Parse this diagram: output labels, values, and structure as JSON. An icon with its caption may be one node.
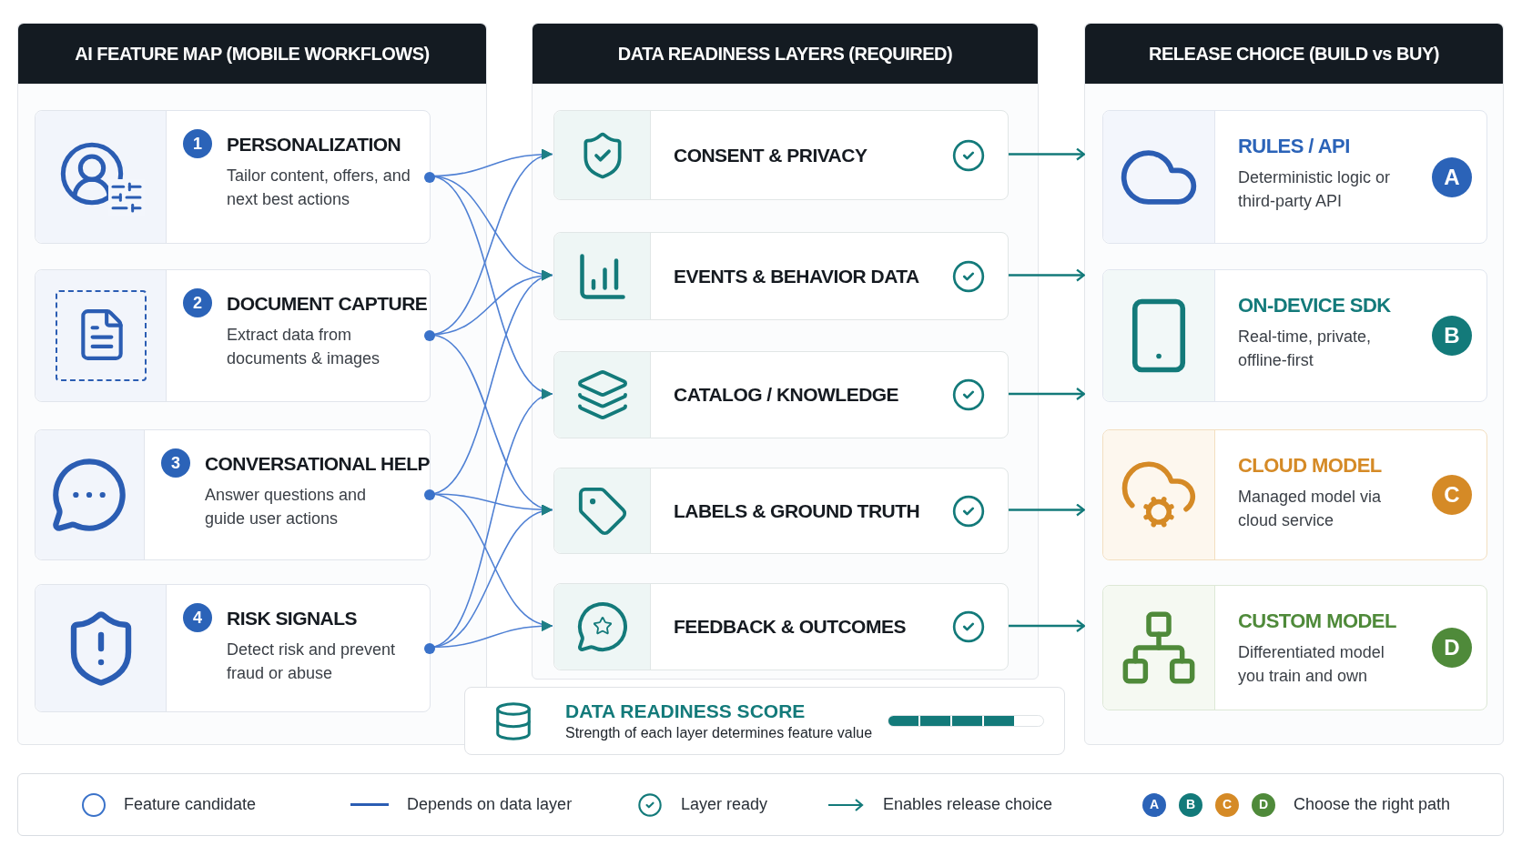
{
  "diagram": {
    "nodes": [
      {
        "text": [
          "AI FEATURE MAP (MOBILE WORKFLOWS)"
        ]
      },
      {
        "text": [
          "1",
          "PERSONALIZATION",
          "Tailor content, offers, and next best actions"
        ],
        "in": 0
      },
      {
        "text": [
          "2",
          "DOCUMENT CAPTURE",
          "Extract data from documents & images"
        ],
        "in": 0
      },
      {
        "text": [
          "3",
          "CONVERSATIONAL HELP",
          "Answer questions and guide user actions"
        ],
        "in": 0
      },
      {
        "text": [
          "4",
          "RISK SIGNALS",
          "Detect risk and prevent fraud or abuse"
        ],
        "in": 0
      },
      {
        "text": [
          "DATA READINESS LAYERS (REQUIRED)"
        ]
      },
      {
        "text": [
          "CONSENT & PRIVACY"
        ],
        "in": 5
      },
      {
        "text": [
          "EVENTS & BEHAVIOR DATA"
        ],
        "in": 5
      },
      {
        "text": [
          "CATALOG / KNOWLEDGE"
        ],
        "in": 5
      },
      {
        "text": [
          "LABELS & GROUND TRUTH"
        ],
        "in": 5
      },
      {
        "text": [
          "FEEDBACK & OUTCOMES"
        ],
        "in": 5
      },
      {
        "text": [
          "DATA READINESS SCORE",
          "Strength of each layer determines feature value"
        ]
      },
      {
        "text": [
          "RELEASE CHOICE (BUILD vs BUY)"
        ]
      },
      {
        "text": [
          "RULES / API",
          "Deterministic logic or third-party API",
          "A"
        ],
        "in": 12
      },
      {
        "text": [
          "ON-DEVICE SDK",
          "Real-time, private, offline-first",
          "B"
        ],
        "in": 12
      },
      {
        "text": [
          "CLOUD MODEL",
          "Managed model via cloud service",
          "C"
        ],
        "in": 12
      },
      {
        "text": [
          "CUSTOM MODEL",
          "Differentiated model you train and own",
          "D"
        ],
        "in": 12
      }
    ],
    "edges": [
      {
        "from": 1,
        "to": 6,
        "arrow": "to"
      },
      {
        "from": 1,
        "to": 7,
        "arrow": "to"
      },
      {
        "from": 1,
        "to": 8,
        "arrow": "to"
      },
      {
        "from": 2,
        "to": 6,
        "arrow": "to"
      },
      {
        "from": 2,
        "to": 7,
        "arrow": "to"
      },
      {
        "from": 2,
        "to": 9,
        "arrow": "to"
      },
      {
        "from": 3,
        "to": 7,
        "arrow": "to"
      },
      {
        "from": 3,
        "to": 9,
        "arrow": "to"
      },
      {
        "from": 3,
        "to": 10,
        "arrow": "to"
      },
      {
        "from": 4,
        "to": 8,
        "arrow": "to"
      },
      {
        "from": 4,
        "to": 9,
        "arrow": "to"
      },
      {
        "from": 4,
        "to": 10,
        "arrow": "to"
      },
      {
        "from": 6,
        "to": 12,
        "arrow": "to",
        "color": "#137a7a"
      },
      {
        "from": 7,
        "to": 12,
        "arrow": "to",
        "color": "#137a7a"
      },
      {
        "from": 8,
        "to": 12,
        "arrow": "to",
        "color": "#137a7a"
      },
      {
        "from": 9,
        "to": 12,
        "arrow": "to",
        "color": "#137a7a"
      },
      {
        "from": 10,
        "to": 12,
        "arrow": "to",
        "color": "#137a7a"
      }
    ],
    "labels": [
      "A",
      "B",
      "C",
      "D"
    ],
    "legend": [
      {
        "text": "Feature candidate"
      },
      {
        "text": "Depends on data layer"
      },
      {
        "text": "Layer ready"
      },
      {
        "text": "Enables release choice"
      },
      {
        "text": "Choose the right path"
      }
    ]
  }
}
